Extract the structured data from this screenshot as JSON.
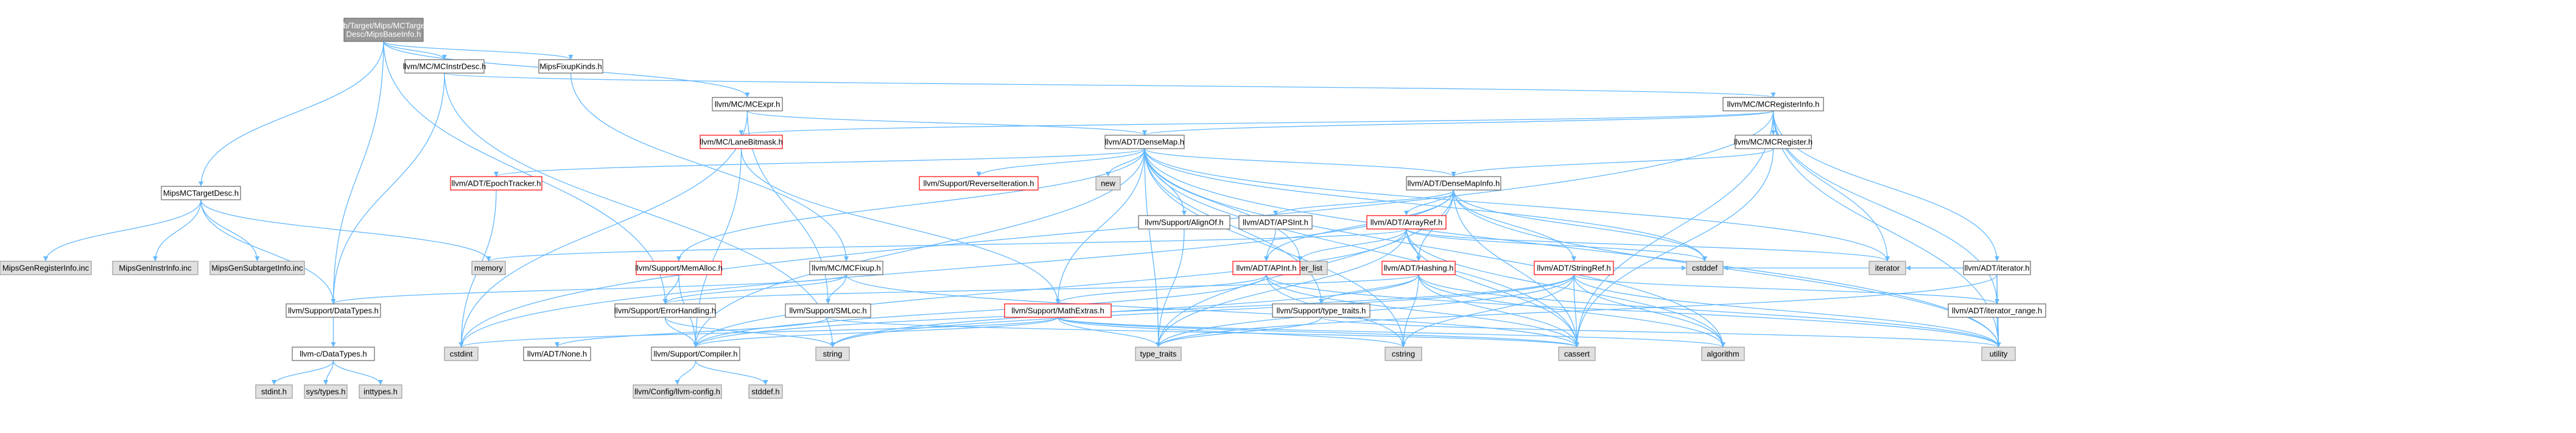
{
  "colors": {
    "root_fill": "#999999",
    "root_text": "#ffffff",
    "doc_fill": "#ffffff",
    "doc_border": "#666666",
    "missing_border": "#ff0000",
    "system_fill": "#e0e0e0",
    "system_border": "#999999",
    "edge": "#63b8ff",
    "text": "#000000"
  },
  "graph": {
    "nodes": [
      {
        "id": "root",
        "label": "lib/Target/Mips/MCTargetDesc/MipsBaseInfo.h",
        "kind": "root"
      },
      {
        "id": "mcinstrdesc",
        "label": "llvm/MC/MCInstrDesc.h",
        "kind": "doc"
      },
      {
        "id": "mipsfixupkinds",
        "label": "MipsFixupKinds.h",
        "kind": "doc"
      },
      {
        "id": "mcexpr",
        "label": "llvm/MC/MCExpr.h",
        "kind": "doc"
      },
      {
        "id": "mcregisterinfo",
        "label": "llvm/MC/MCRegisterInfo.h",
        "kind": "doc"
      },
      {
        "id": "mipsmctargetdesc",
        "label": "MipsMCTargetDesc.h",
        "kind": "doc"
      },
      {
        "id": "mclanebitmask",
        "label": "llvm/MC/LaneBitmask.h",
        "kind": "missing"
      },
      {
        "id": "densemap",
        "label": "llvm/ADT/DenseMap.h",
        "kind": "doc"
      },
      {
        "id": "mcregister",
        "label": "llvm/MC/MCRegister.h",
        "kind": "doc"
      },
      {
        "id": "epochtracker",
        "label": "llvm/ADT/EpochTracker.h",
        "kind": "missing"
      },
      {
        "id": "reverseiteration",
        "label": "llvm/Support/ReverseIteration.h",
        "kind": "missing"
      },
      {
        "id": "new",
        "label": "new",
        "kind": "system"
      },
      {
        "id": "densemapinfo",
        "label": "llvm/ADT/DenseMapInfo.h",
        "kind": "doc"
      },
      {
        "id": "alignof",
        "label": "llvm/Support/AlignOf.h",
        "kind": "doc"
      },
      {
        "id": "apsint",
        "label": "llvm/ADT/APSInt.h",
        "kind": "doc"
      },
      {
        "id": "arrayref",
        "label": "llvm/ADT/ArrayRef.h",
        "kind": "missing"
      },
      {
        "id": "mipsgenregisterinfo",
        "label": "MipsGenRegisterInfo.inc",
        "kind": "system"
      },
      {
        "id": "mipsgeninstrinfo",
        "label": "MipsGenInstrInfo.inc",
        "kind": "system"
      },
      {
        "id": "mipsgensubtargetinfo",
        "label": "MipsGenSubtargetInfo.inc",
        "kind": "system"
      },
      {
        "id": "memory",
        "label": "memory",
        "kind": "system"
      },
      {
        "id": "initializer_list",
        "label": "initializer_list",
        "kind": "system"
      },
      {
        "id": "memalloc",
        "label": "llvm/Support/MemAlloc.h",
        "kind": "missing"
      },
      {
        "id": "mcfixup",
        "label": "llvm/MC/MCFixup.h",
        "kind": "doc"
      },
      {
        "id": "apint",
        "label": "llvm/ADT/APInt.h",
        "kind": "missing"
      },
      {
        "id": "hashing",
        "label": "llvm/ADT/Hashing.h",
        "kind": "missing"
      },
      {
        "id": "stringref",
        "label": "llvm/ADT/StringRef.h",
        "kind": "missing"
      },
      {
        "id": "iteratorh",
        "label": "llvm/ADT/iterator.h",
        "kind": "doc"
      },
      {
        "id": "cstddef",
        "label": "cstddef",
        "kind": "system"
      },
      {
        "id": "iterator",
        "label": "iterator",
        "kind": "system"
      },
      {
        "id": "datatypes",
        "label": "llvm/Support/DataTypes.h",
        "kind": "doc"
      },
      {
        "id": "errorhandling",
        "label": "llvm/Support/ErrorHandling.h",
        "kind": "doc"
      },
      {
        "id": "smloc",
        "label": "llvm/Support/SMLoc.h",
        "kind": "doc"
      },
      {
        "id": "mathextras",
        "label": "llvm/Support/MathExtras.h",
        "kind": "missing"
      },
      {
        "id": "typetraits_h",
        "label": "llvm/Support/type_traits.h",
        "kind": "doc"
      },
      {
        "id": "iterator_range",
        "label": "llvm/ADT/iterator_range.h",
        "kind": "doc"
      },
      {
        "id": "cdatatypes",
        "label": "llvm-c/DataTypes.h",
        "kind": "doc"
      },
      {
        "id": "cstdint",
        "label": "cstdint",
        "kind": "system"
      },
      {
        "id": "adtnone",
        "label": "llvm/ADT/None.h",
        "kind": "doc"
      },
      {
        "id": "compiler",
        "label": "llvm/Support/Compiler.h",
        "kind": "doc"
      },
      {
        "id": "string",
        "label": "string",
        "kind": "system"
      },
      {
        "id": "type_traits",
        "label": "type_traits",
        "kind": "system"
      },
      {
        "id": "cstring",
        "label": "cstring",
        "kind": "system"
      },
      {
        "id": "cassert",
        "label": "cassert",
        "kind": "system"
      },
      {
        "id": "algorithm",
        "label": "algorithm",
        "kind": "system"
      },
      {
        "id": "utility",
        "label": "utility",
        "kind": "system"
      },
      {
        "id": "stdint",
        "label": "stdint.h",
        "kind": "system"
      },
      {
        "id": "systypes",
        "label": "sys/types.h",
        "kind": "system"
      },
      {
        "id": "inttypes",
        "label": "inttypes.h",
        "kind": "system"
      },
      {
        "id": "llvmconfig",
        "label": "llvm/Config/llvm-config.h",
        "kind": "system"
      },
      {
        "id": "stddef",
        "label": "stddef.h",
        "kind": "system"
      }
    ],
    "edges": [
      [
        "root",
        "mcinstrdesc"
      ],
      [
        "root",
        "mipsfixupkinds"
      ],
      [
        "root",
        "mcexpr"
      ],
      [
        "root",
        "mipsmctargetdesc"
      ],
      [
        "root",
        "datatypes"
      ],
      [
        "root",
        "errorhandling"
      ],
      [
        "mcinstrdesc",
        "mcregisterinfo"
      ],
      [
        "mcinstrdesc",
        "datatypes"
      ],
      [
        "mcinstrdesc",
        "string"
      ],
      [
        "mipsfixupkinds",
        "mcfixup"
      ],
      [
        "mcexpr",
        "densemap"
      ],
      [
        "mcexpr",
        "smloc"
      ],
      [
        "mcexpr",
        "cstdint"
      ],
      [
        "mcregisterinfo",
        "densemap"
      ],
      [
        "mcregisterinfo",
        "mclanebitmask"
      ],
      [
        "mcregisterinfo",
        "mcregister"
      ],
      [
        "mcregisterinfo",
        "iteratorh"
      ],
      [
        "mcregisterinfo",
        "iterator_range"
      ],
      [
        "mcregisterinfo",
        "cassert"
      ],
      [
        "mcregisterinfo",
        "cstdint"
      ],
      [
        "mcregisterinfo",
        "iterator"
      ],
      [
        "mcregisterinfo",
        "utility"
      ],
      [
        "mipsmctargetdesc",
        "datatypes"
      ],
      [
        "mipsmctargetdesc",
        "memory"
      ],
      [
        "mipsmctargetdesc",
        "mipsgenregisterinfo"
      ],
      [
        "mipsmctargetdesc",
        "mipsgeninstrinfo"
      ],
      [
        "mipsmctargetdesc",
        "mipsgensubtargetinfo"
      ],
      [
        "mclanebitmask",
        "compiler"
      ],
      [
        "mclanebitmask",
        "mathextras"
      ],
      [
        "densemap",
        "densemapinfo"
      ],
      [
        "densemap",
        "epochtracker"
      ],
      [
        "densemap",
        "alignof"
      ],
      [
        "densemap",
        "compiler"
      ],
      [
        "densemap",
        "mathextras"
      ],
      [
        "densemap",
        "memalloc"
      ],
      [
        "densemap",
        "reverseiteration"
      ],
      [
        "densemap",
        "typetraits_h"
      ],
      [
        "densemap",
        "algorithm"
      ],
      [
        "densemap",
        "cassert"
      ],
      [
        "densemap",
        "cstddef"
      ],
      [
        "densemap",
        "cstring"
      ],
      [
        "densemap",
        "initializer_list"
      ],
      [
        "densemap",
        "iterator"
      ],
      [
        "densemap",
        "new"
      ],
      [
        "densemap",
        "type_traits"
      ],
      [
        "densemap",
        "utility"
      ],
      [
        "mcregister",
        "densemapinfo"
      ],
      [
        "mcregister",
        "cassert"
      ],
      [
        "epochtracker",
        "cstdint"
      ],
      [
        "densemapinfo",
        "apint"
      ],
      [
        "densemapinfo",
        "apsint"
      ],
      [
        "densemapinfo",
        "arrayref"
      ],
      [
        "densemapinfo",
        "hashing"
      ],
      [
        "densemapinfo",
        "stringref"
      ],
      [
        "densemapinfo",
        "cassert"
      ],
      [
        "densemapinfo",
        "cstddef"
      ],
      [
        "densemapinfo",
        "cstdint"
      ],
      [
        "densemapinfo",
        "type_traits"
      ],
      [
        "densemapinfo",
        "utility"
      ],
      [
        "alignof",
        "type_traits"
      ],
      [
        "apsint",
        "apint"
      ],
      [
        "arrayref",
        "hashing"
      ],
      [
        "arrayref",
        "compiler"
      ],
      [
        "arrayref",
        "algorithm"
      ],
      [
        "arrayref",
        "array"
      ],
      [
        "arrayref",
        "cassert"
      ],
      [
        "arrayref",
        "cstddef"
      ],
      [
        "arrayref",
        "initializer_list"
      ],
      [
        "arrayref",
        "iterator"
      ],
      [
        "arrayref",
        "memory"
      ],
      [
        "arrayref",
        "type_traits"
      ],
      [
        "arrayref",
        "vector"
      ],
      [
        "memalloc",
        "compiler"
      ],
      [
        "memalloc",
        "errorhandling"
      ],
      [
        "memalloc",
        "cstdlib"
      ],
      [
        "mcfixup",
        "datatypes"
      ],
      [
        "mcfixup",
        "errorhandling"
      ],
      [
        "mcfixup",
        "smloc"
      ],
      [
        "mcfixup",
        "cassert"
      ],
      [
        "apint",
        "compiler"
      ],
      [
        "apint",
        "mathextras"
      ],
      [
        "apint",
        "cassert"
      ],
      [
        "apint",
        "climits"
      ],
      [
        "apint",
        "cstring"
      ],
      [
        "apint",
        "optional"
      ],
      [
        "apint",
        "utility"
      ],
      [
        "hashing",
        "errorhandling"
      ],
      [
        "hashing",
        "typetraits_h"
      ],
      [
        "hashing",
        "algorithm"
      ],
      [
        "hashing",
        "cassert"
      ],
      [
        "hashing",
        "cstring"
      ],
      [
        "hashing",
        "string"
      ],
      [
        "hashing",
        "tuple"
      ],
      [
        "hashing",
        "utility"
      ],
      [
        "stringref",
        "iterator_range"
      ],
      [
        "stringref",
        "compiler"
      ],
      [
        "stringref",
        "algorithm"
      ],
      [
        "stringref",
        "cassert"
      ],
      [
        "stringref",
        "cstddef"
      ],
      [
        "stringref",
        "cstring"
      ],
      [
        "stringref",
        "limits"
      ],
      [
        "stringref",
        "string"
      ],
      [
        "stringref",
        "type_traits"
      ],
      [
        "stringref",
        "utility"
      ],
      [
        "iteratorh",
        "iterator_range"
      ],
      [
        "iteratorh",
        "cstddef"
      ],
      [
        "iteratorh",
        "iterator"
      ],
      [
        "iteratorh",
        "type_traits"
      ],
      [
        "iteratorh",
        "utility"
      ],
      [
        "datatypes",
        "cdatatypes"
      ],
      [
        "errorhandling",
        "compiler"
      ],
      [
        "errorhandling",
        "string"
      ],
      [
        "smloc",
        "adtnone"
      ],
      [
        "smloc",
        "cassert"
      ],
      [
        "mathextras",
        "compiler"
      ],
      [
        "mathextras",
        "algorithm"
      ],
      [
        "mathextras",
        "cassert"
      ],
      [
        "mathextras",
        "climits"
      ],
      [
        "mathextras",
        "cmath"
      ],
      [
        "mathextras",
        "cstdint"
      ],
      [
        "mathextras",
        "cstring"
      ],
      [
        "mathextras",
        "limits"
      ],
      [
        "mathextras",
        "type_traits"
      ],
      [
        "typetraits_h",
        "type_traits"
      ],
      [
        "typetraits_h",
        "utility"
      ],
      [
        "iterator_range",
        "utility"
      ],
      [
        "cdatatypes",
        "stdint"
      ],
      [
        "cdatatypes",
        "systypes"
      ],
      [
        "cdatatypes",
        "inttypes"
      ],
      [
        "compiler",
        "llvmconfig"
      ],
      [
        "compiler",
        "stddef"
      ]
    ]
  }
}
